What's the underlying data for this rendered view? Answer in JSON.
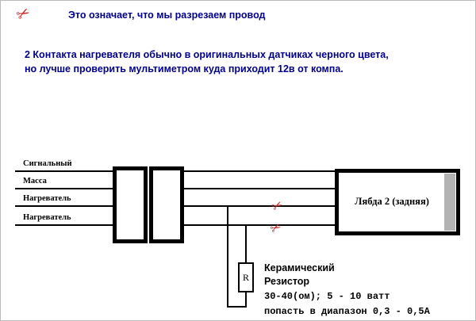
{
  "header": {
    "cut_note": "Это означает, что мы разрезаем провод",
    "info_line1": "2 Контакта  нагревателя обычно в оригинальных датчиках черного цвета,",
    "info_line2": "но лучше проверить мультиметром куда приходит 12в от компа."
  },
  "diagram": {
    "wire_labels": [
      "Сигнальный",
      "Масса",
      "Нагреватель",
      "Нагреватель"
    ],
    "lambda_block_label": "Лябда 2 (задняя)",
    "resistor": {
      "symbol": "R",
      "caption_line1": "Керамический",
      "caption_line2": "Резистор",
      "spec_line1": "30-40(ом); 5 - 10 ватт",
      "spec_line2": "попасть в диапазон 0,3 - 0,5А"
    }
  },
  "icons": {
    "scissors": "✂"
  },
  "colors": {
    "note_navy": "#00008B",
    "scissors_red": "#cc2a2a",
    "wire_black": "#000000",
    "strip_gray": "#b3b3b3"
  }
}
